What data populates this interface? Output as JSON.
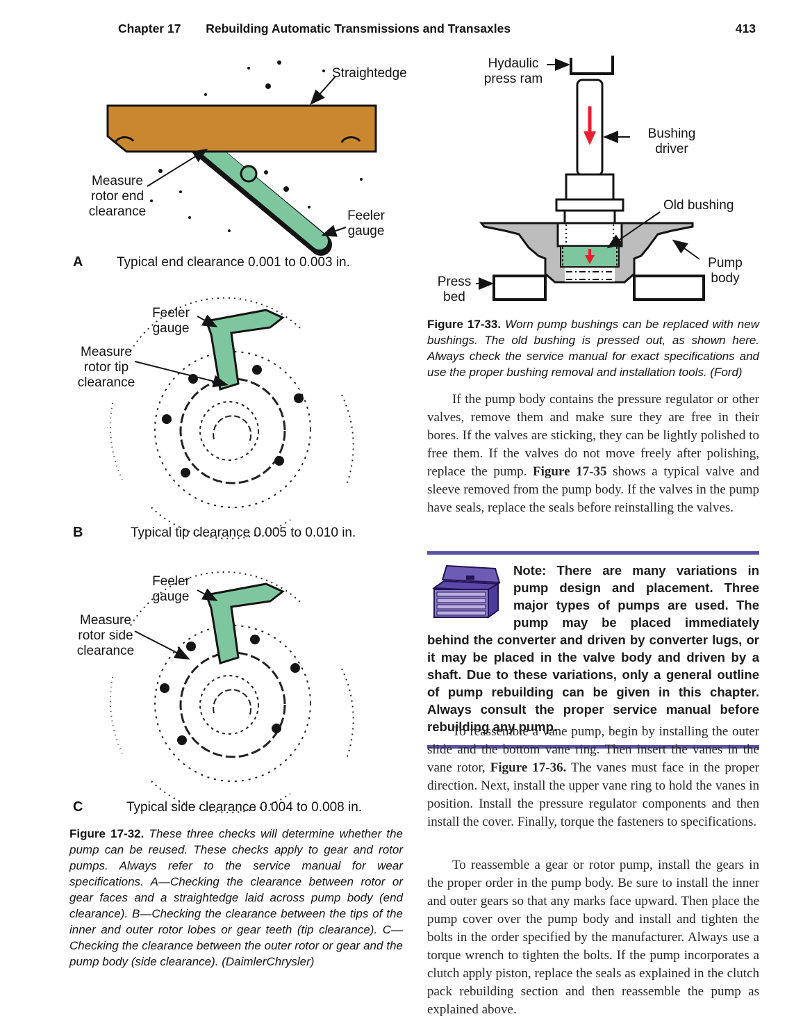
{
  "header": {
    "chapter": "Chapter 17",
    "title": "Rebuilding Automatic Transmissions and Transaxles",
    "page_number": "413"
  },
  "fig32": {
    "a": {
      "letter": "A",
      "caption": "Typical end clearance 0.001 to 0.003 in.",
      "straightedge_label": "Straightedge",
      "measure_label": "Measure\nrotor end\nclearance",
      "feeler_label": "Feeler\ngauge"
    },
    "b": {
      "letter": "B",
      "caption": "Typical tip clearance 0.005 to 0.010 in.",
      "feeler_label": "Feeler\ngauge",
      "measure_label": "Measure\nrotor tip\nclearance"
    },
    "c": {
      "letter": "C",
      "caption": "Typical side clearance 0.004 to 0.008 in.",
      "feeler_label": "Feeler\ngauge",
      "measure_label": "Measure\nrotor side\nclearance"
    },
    "caption_label": "Figure 17-32.",
    "caption_text": " These three checks will determine whether the pump can be reused. These checks apply to gear and rotor pumps. Always refer to the service manual for wear specifications. A—Checking the clearance between rotor or gear faces and a straightedge laid across pump body (end clearance). B—Checking the clearance between the tips of the inner and outer rotor lobes or gear teeth (tip clearance). C—Checking the clearance between the outer rotor or gear and the pump body (side clearance). (DaimlerChrysler)"
  },
  "fig33": {
    "ram_label": "Hydaulic\npress ram",
    "driver_label": "Bushing\ndriver",
    "old_bushing_label": "Old bushing",
    "pump_body_label": "Pump\nbody",
    "press_bed_label": "Press\nbed",
    "caption_label": "Figure 17-33.",
    "caption_text": " Worn pump bushings can be replaced with new bushings. The old bushing is pressed out, as shown here. Always check the service manual for exact specifications and use the proper bushing removal and installation tools. (Ford)"
  },
  "body": {
    "p1_before": "If the pump body contains the pressure regulator or other valves, remove them and make sure they are free in their bores. If the valves are sticking, they can be lightly polished to free them. If the valves do not move freely after polishing, replace the pump. ",
    "p1_ref": "Figure 17-35",
    "p1_after": " shows a typical valve and sleeve removed from the pump body. If the valves in the pump have seals, replace the seals before reinstalling the valves.",
    "note": "Note: There are many variations in pump design and placement. Three major types of pumps are used. The pump may be placed immediately behind the converter and driven by converter lugs, or it may be placed in the valve body and driven by a shaft. Due to these variations, only a general outline of pump rebuilding can be given in this chapter. Always consult the proper service manual before rebuilding any pump.",
    "p2_before": "To reassemble a vane pump, begin by installing the outer slide and the bottom vane ring. Then insert the vanes in the vane rotor, ",
    "p2_ref": "Figure 17-36.",
    "p2_after": " The vanes must face in the proper direction. Next, install the upper vane ring to hold the vanes in position. Install the pressure regulator components and then install the cover. Finally, torque the fasteners to specifications.",
    "p3": "To reassemble a gear or rotor pump, install the gears in the proper order in the pump body. Be sure to install the inner and outer gears so that any marks face upward. Then place the pump cover over the pump body and install and tighten the bolts in the order specified by the manufacturer. Always use a torque wrench to tighten the bolts. If the pump incorporates a clutch apply piston, replace the seals as explained in the clutch pack rebuilding section and then reassemble the pump as explained above."
  },
  "colors": {
    "straightedge_orange": "#c9882f",
    "feeler_green": "#7ec79e",
    "pump_body_gray": "#bdbdbd",
    "note_rule_purple": "#5a4fa2",
    "toolbox_dark_purple": "#4d3c9c",
    "toolbox_light_purple": "#bcaede",
    "arrow_red": "#e8202e",
    "line_black": "#141414"
  }
}
